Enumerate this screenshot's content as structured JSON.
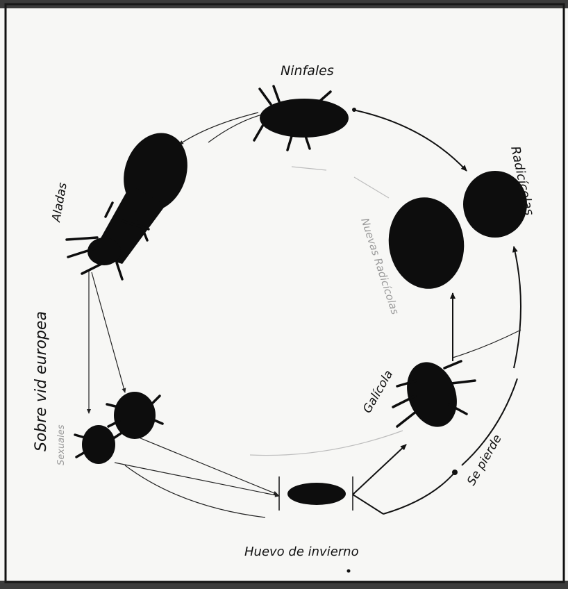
{
  "diagram": {
    "labels": {
      "ninfales": "Ninfales",
      "radicicolas": "Radicícolas",
      "aladas": "Aladas",
      "sobre_vid": "Sobre vid europea",
      "galicola": "Galícola",
      "se_pierde": "Se pierde",
      "huevo": "Huevo de invierno",
      "sexuales": "Sexuales",
      "nuevas_radicicolas": "Nuevas Radicícolas"
    },
    "colors": {
      "ink": "#0d0d0d",
      "paper": "#f7f7f5",
      "faint": "#9a9a9a"
    }
  }
}
